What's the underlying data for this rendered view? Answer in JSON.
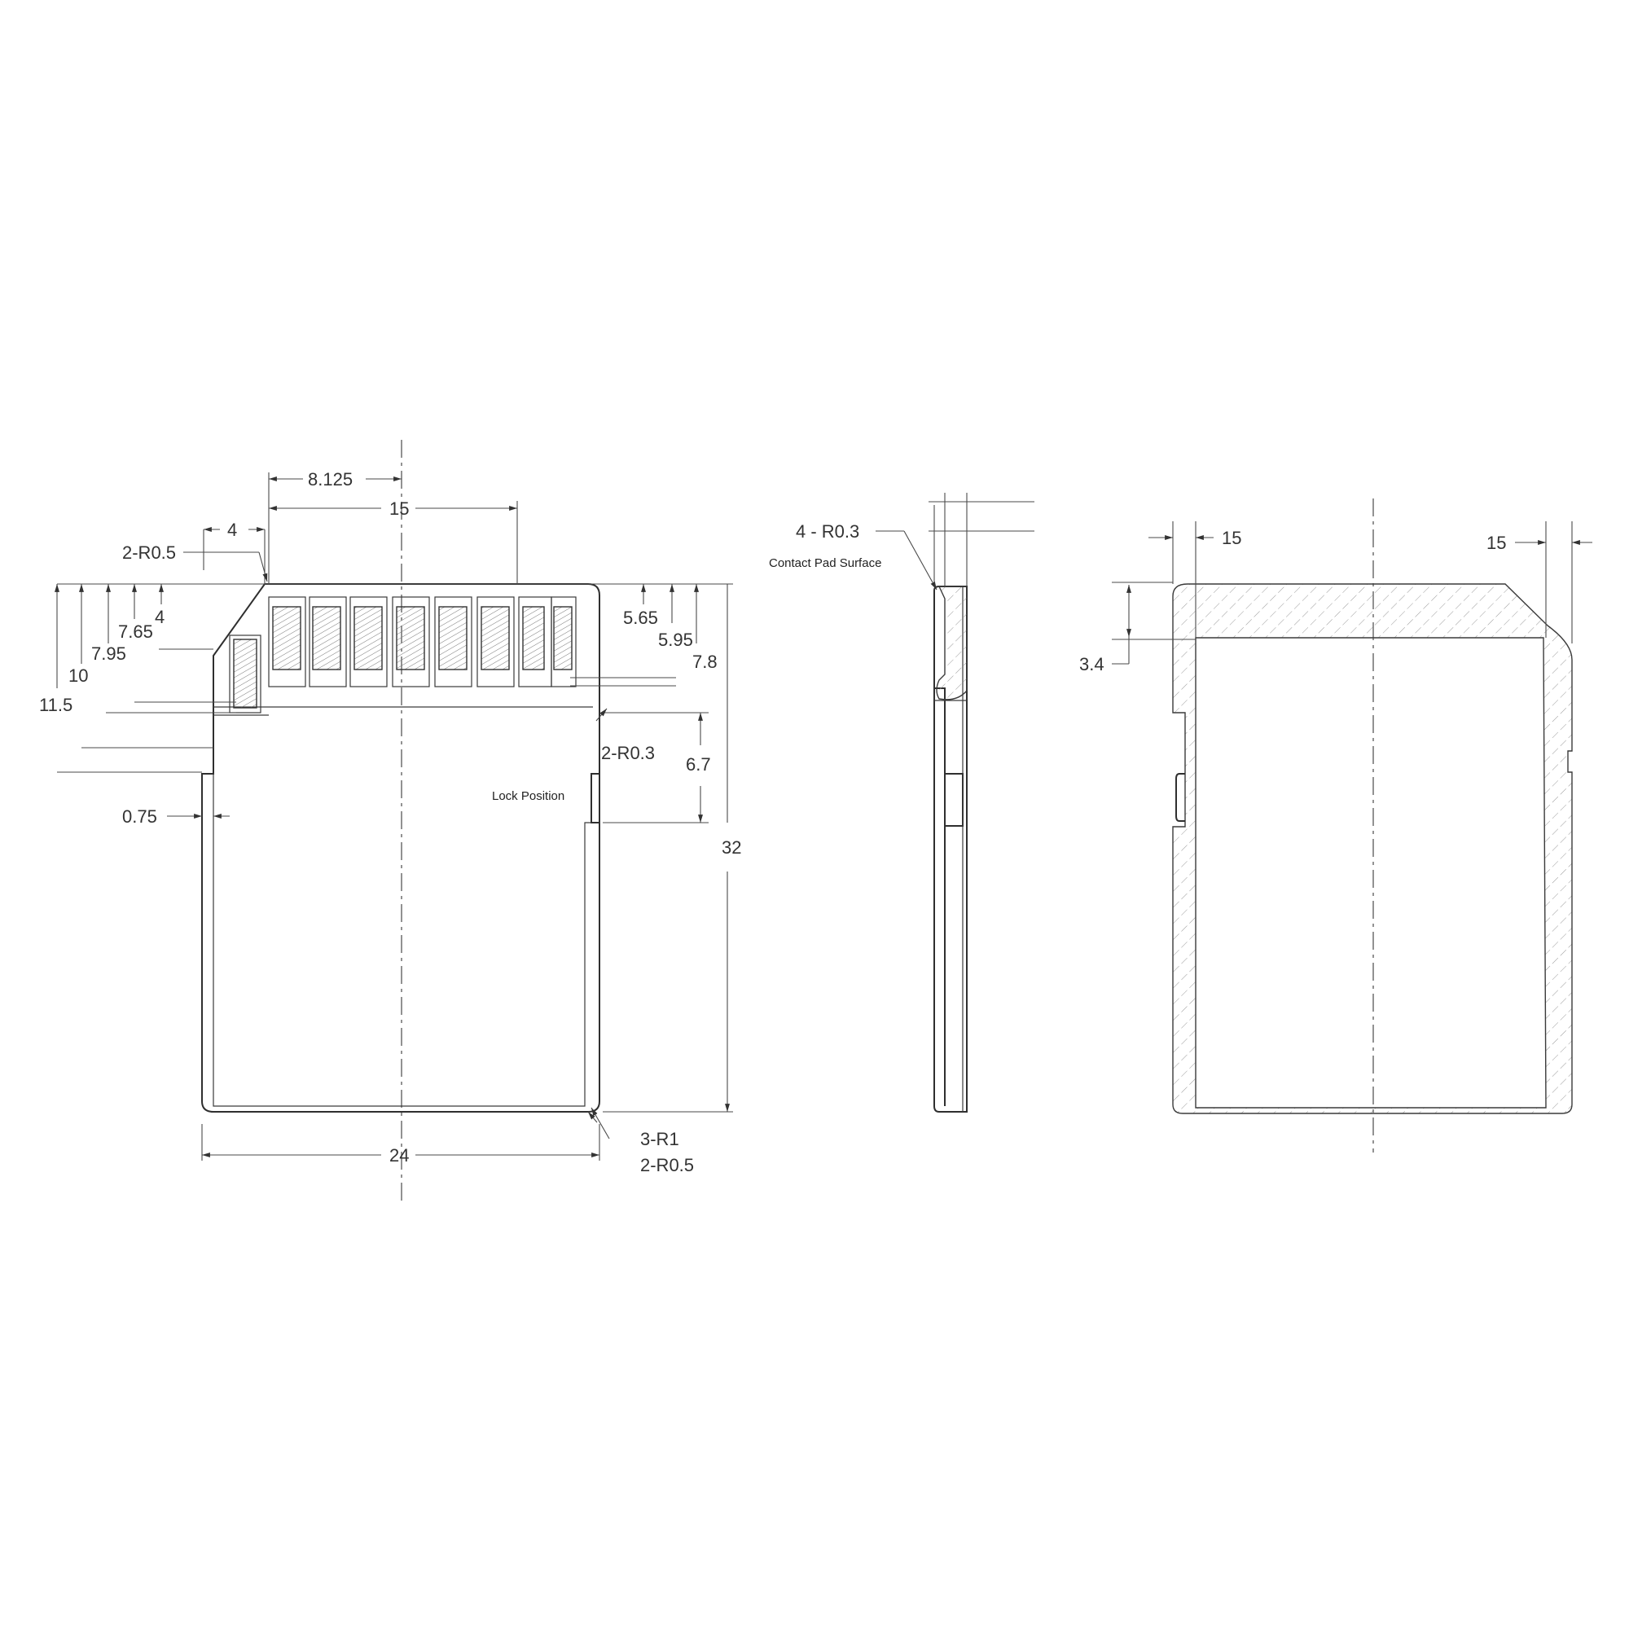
{
  "front_view": {
    "dim_width": "24",
    "dim_height": "32",
    "dim_pad_span": "15",
    "dim_pad_offset": "8.125",
    "dim_chamfer": "4",
    "dim_left_4": "4",
    "dim_7_65": "7.65",
    "dim_7_95": "7.95",
    "dim_10": "10",
    "dim_11_5": "11.5",
    "dim_0_75": "0.75",
    "dim_5_65": "5.65",
    "dim_5_95": "5.95",
    "dim_7_8": "7.8",
    "dim_6_7": "6.7",
    "radius_2r05_top": "2-R0.5",
    "radius_2r03": "2-R0.3",
    "radius_3r1": "3-R1",
    "radius_2r05_bottom": "2-R0.5",
    "lock_position": "Lock Position"
  },
  "side_view": {
    "radius_4r03": "4 - R0.3",
    "contact_pad_surface": "Contact Pad Surface"
  },
  "back_view": {
    "dim_15_left": "15",
    "dim_15_right": "15",
    "dim_3_4": "3.4"
  }
}
